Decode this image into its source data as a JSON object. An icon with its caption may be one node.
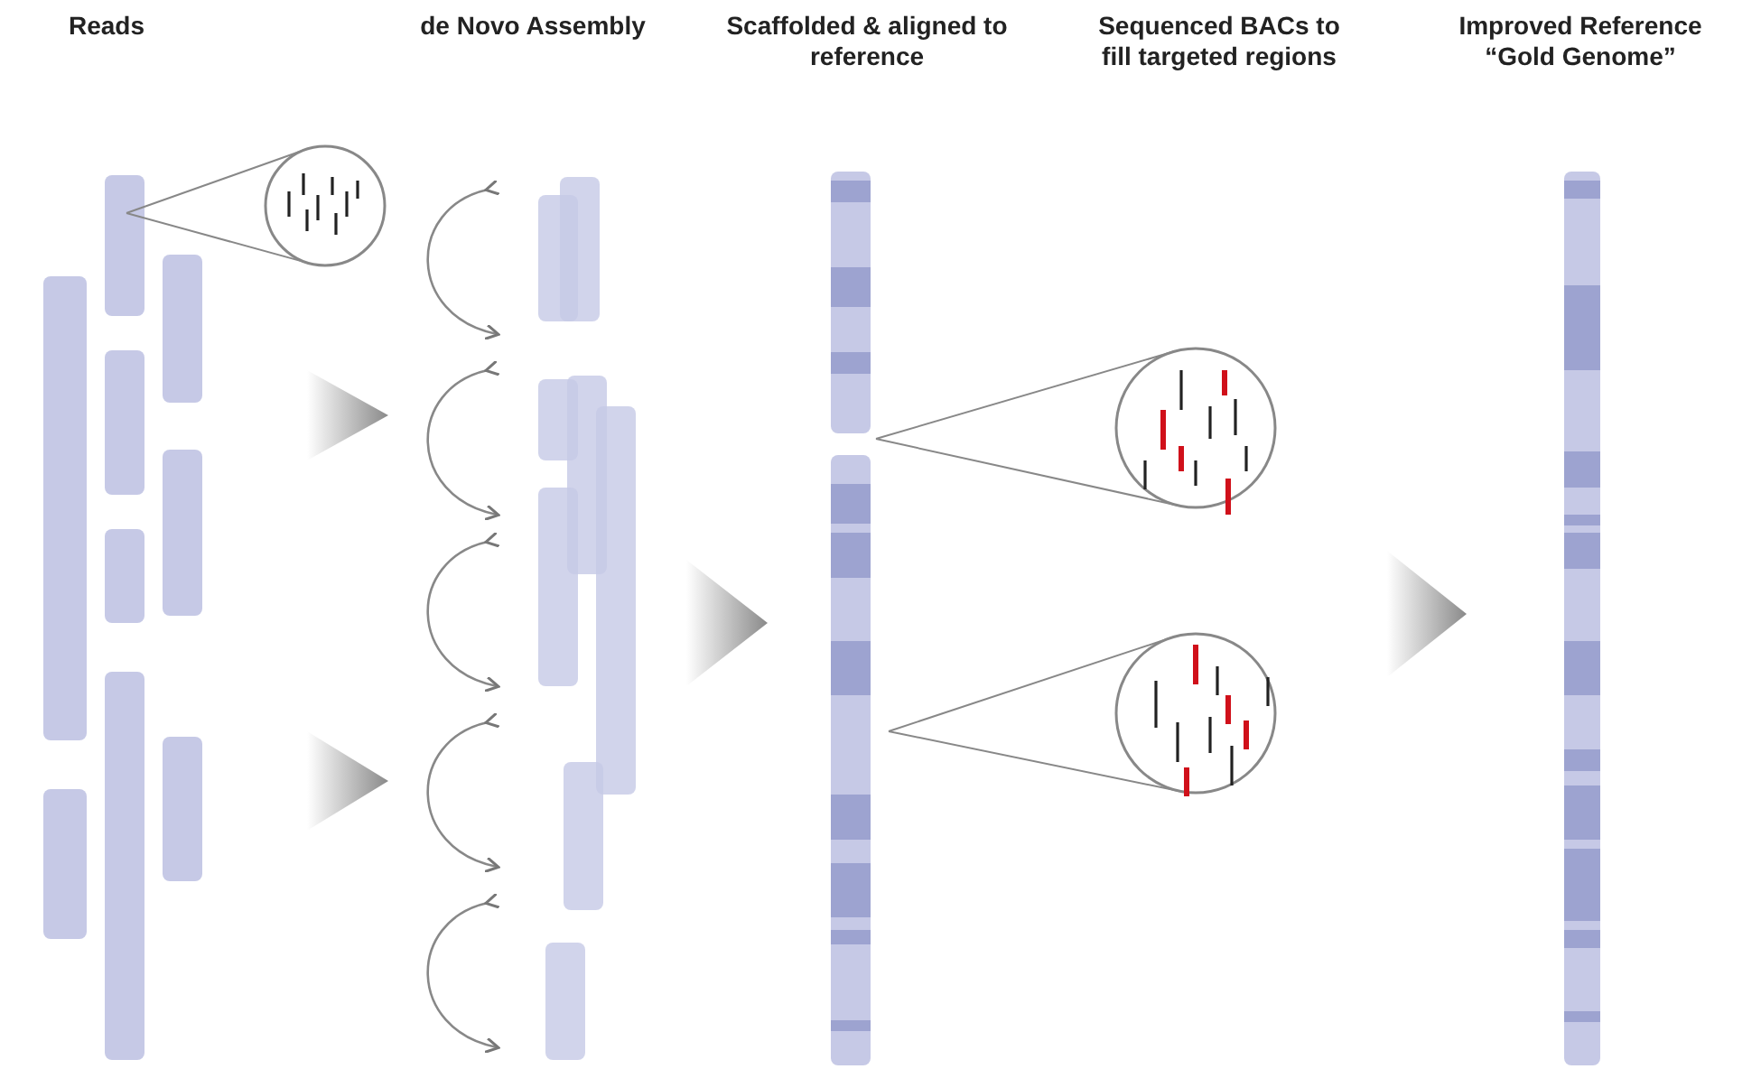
{
  "diagram": {
    "labels": [
      "Reads",
      "de Novo Assembly",
      "Scaffolded & aligned to reference",
      "Sequenced BACs to fill targeted regions",
      "Improved Reference “Gold Genome”"
    ]
  }
}
